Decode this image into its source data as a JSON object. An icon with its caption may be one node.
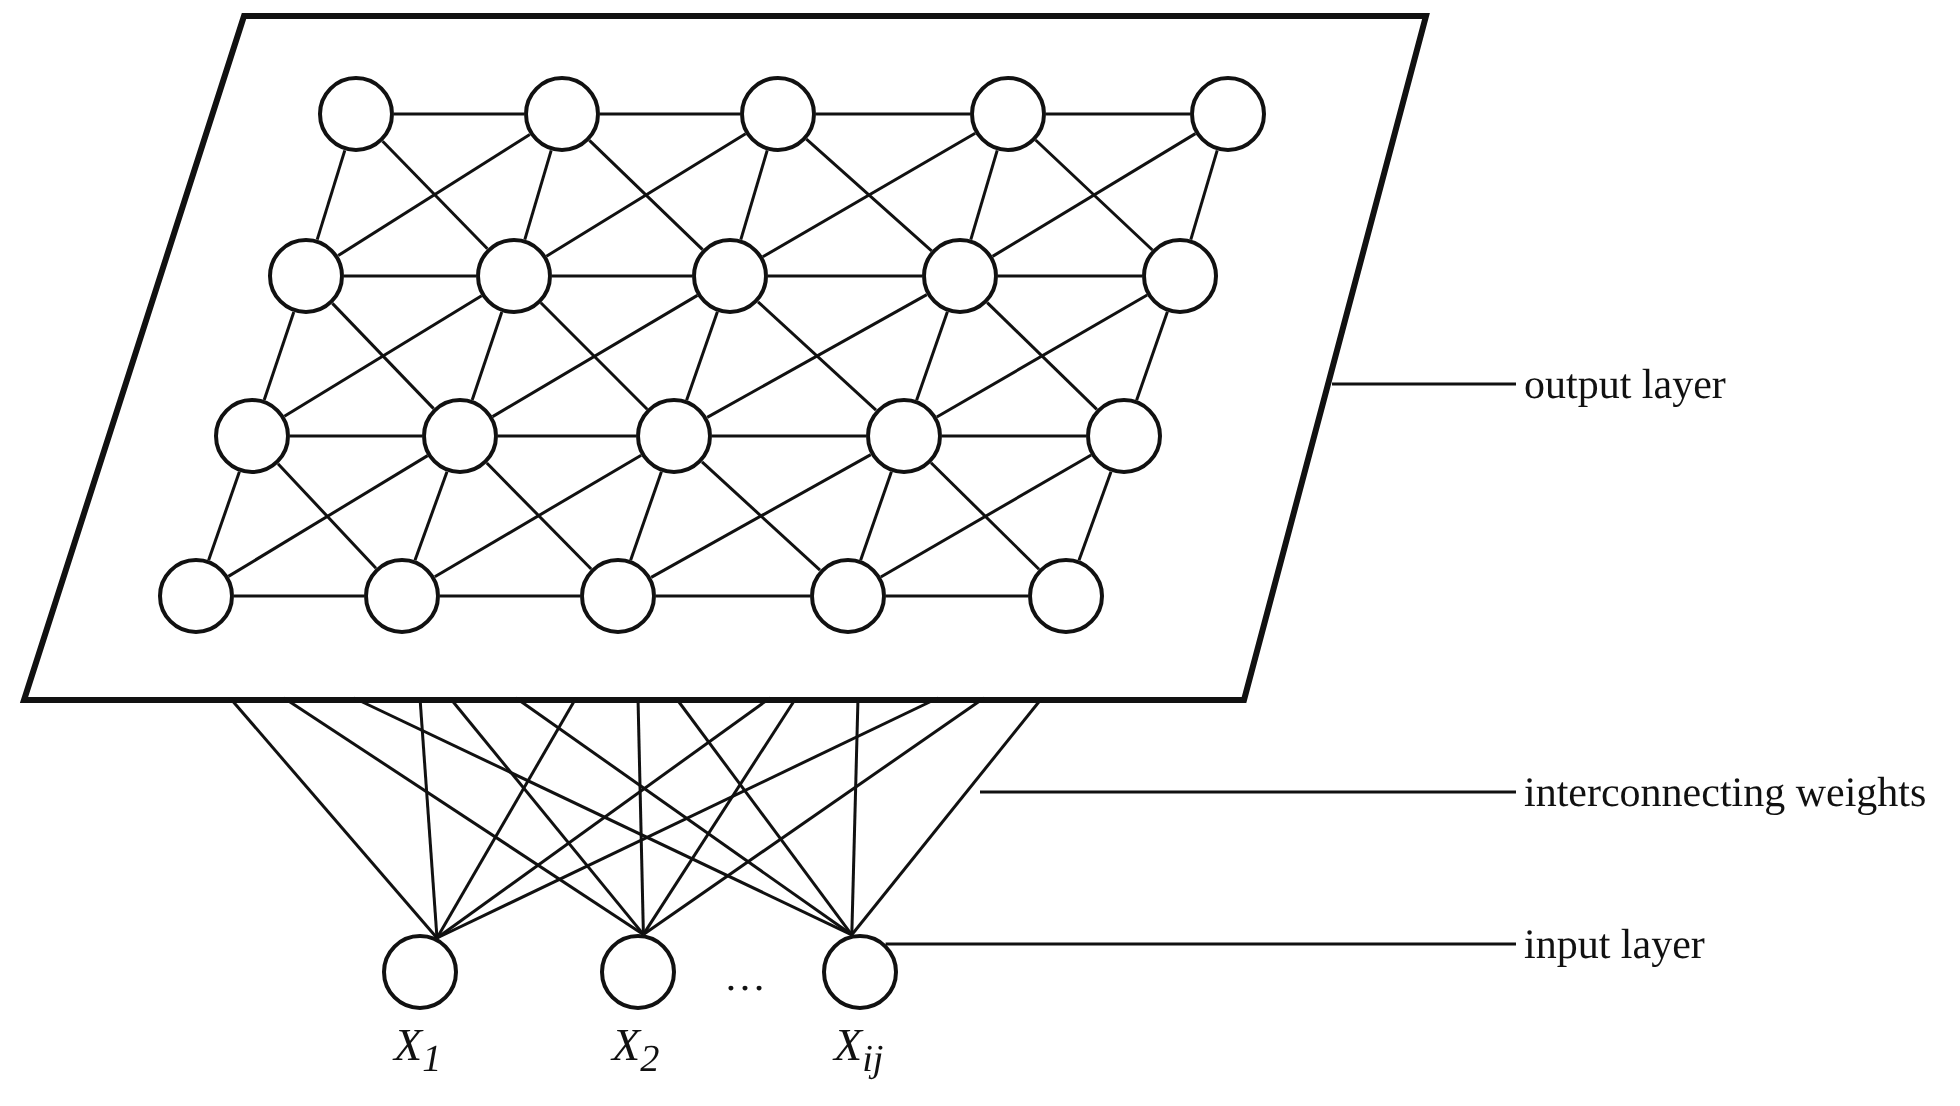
{
  "diagram": {
    "nodes": [
      {
        "text": [],
        "shape": "box"
      },
      {
        "text": [],
        "shape": "circle",
        "in": 0
      },
      {
        "text": [],
        "shape": "circle",
        "in": 0
      },
      {
        "text": [],
        "shape": "circle",
        "in": 0
      },
      {
        "text": [],
        "shape": "circle",
        "in": 0
      },
      {
        "text": [],
        "shape": "circle",
        "in": 0
      },
      {
        "text": [],
        "shape": "circle",
        "in": 0
      },
      {
        "text": [],
        "shape": "circle",
        "in": 0
      },
      {
        "text": [],
        "shape": "circle",
        "in": 0
      },
      {
        "text": [],
        "shape": "circle",
        "in": 0
      },
      {
        "text": [],
        "shape": "circle",
        "in": 0
      },
      {
        "text": [],
        "shape": "circle",
        "in": 0
      },
      {
        "text": [],
        "shape": "circle",
        "in": 0
      },
      {
        "text": [],
        "shape": "circle",
        "in": 0
      },
      {
        "text": [],
        "shape": "circle",
        "in": 0
      },
      {
        "text": [],
        "shape": "circle",
        "in": 0
      },
      {
        "text": [],
        "shape": "circle",
        "in": 0
      },
      {
        "text": [],
        "shape": "circle",
        "in": 0
      },
      {
        "text": [],
        "shape": "circle",
        "in": 0
      },
      {
        "text": [],
        "shape": "circle",
        "in": 0
      },
      {
        "text": [],
        "shape": "circle",
        "in": 0
      },
      {
        "text": [],
        "shape": "circle",
        "beside": [
          "X$_{1}$"
        ]
      },
      {
        "text": [],
        "shape": "circle",
        "beside": [
          "X$_{2}$"
        ]
      },
      {
        "text": [],
        "shape": "circle",
        "beside": [
          "X$_{ij}$"
        ]
      },
      {
        "text": [
          "output layer"
        ]
      },
      {
        "text": [
          "interconnecting weights"
        ]
      },
      {
        "text": [
          "input layer"
        ]
      }
    ],
    "edges": [
      {
        "from": 1,
        "to": 2,
        "arrow": "none"
      },
      {
        "from": 2,
        "to": 3,
        "arrow": "none"
      },
      {
        "from": 3,
        "to": 4,
        "arrow": "none"
      },
      {
        "from": 4,
        "to": 5,
        "arrow": "none"
      },
      {
        "from": 6,
        "to": 7,
        "arrow": "none"
      },
      {
        "from": 7,
        "to": 8,
        "arrow": "none"
      },
      {
        "from": 8,
        "to": 9,
        "arrow": "none"
      },
      {
        "from": 9,
        "to": 10,
        "arrow": "none"
      },
      {
        "from": 11,
        "to": 12,
        "arrow": "none"
      },
      {
        "from": 12,
        "to": 13,
        "arrow": "none"
      },
      {
        "from": 13,
        "to": 14,
        "arrow": "none"
      },
      {
        "from": 14,
        "to": 15,
        "arrow": "none"
      },
      {
        "from": 16,
        "to": 17,
        "arrow": "none"
      },
      {
        "from": 17,
        "to": 18,
        "arrow": "none"
      },
      {
        "from": 18,
        "to": 19,
        "arrow": "none"
      },
      {
        "from": 19,
        "to": 20,
        "arrow": "none"
      },
      {
        "from": 1,
        "to": 6,
        "arrow": "none"
      },
      {
        "from": 2,
        "to": 7,
        "arrow": "none"
      },
      {
        "from": 3,
        "to": 8,
        "arrow": "none"
      },
      {
        "from": 4,
        "to": 9,
        "arrow": "none"
      },
      {
        "from": 5,
        "to": 10,
        "arrow": "none"
      },
      {
        "from": 1,
        "to": 7,
        "arrow": "none"
      },
      {
        "from": 2,
        "to": 8,
        "arrow": "none"
      },
      {
        "from": 3,
        "to": 9,
        "arrow": "none"
      },
      {
        "from": 4,
        "to": 10,
        "arrow": "none"
      },
      {
        "from": 6,
        "to": 2,
        "arrow": "none"
      },
      {
        "from": 7,
        "to": 3,
        "arrow": "none"
      },
      {
        "from": 8,
        "to": 4,
        "arrow": "none"
      },
      {
        "from": 9,
        "to": 5,
        "arrow": "none"
      },
      {
        "from": 6,
        "to": 11,
        "arrow": "none"
      },
      {
        "from": 7,
        "to": 12,
        "arrow": "none"
      },
      {
        "from": 8,
        "to": 13,
        "arrow": "none"
      },
      {
        "from": 9,
        "to": 14,
        "arrow": "none"
      },
      {
        "from": 10,
        "to": 15,
        "arrow": "none"
      },
      {
        "from": 6,
        "to": 12,
        "arrow": "none"
      },
      {
        "from": 7,
        "to": 13,
        "arrow": "none"
      },
      {
        "from": 8,
        "to": 14,
        "arrow": "none"
      },
      {
        "from": 9,
        "to": 15,
        "arrow": "none"
      },
      {
        "from": 11,
        "to": 7,
        "arrow": "none"
      },
      {
        "from": 12,
        "to": 8,
        "arrow": "none"
      },
      {
        "from": 13,
        "to": 9,
        "arrow": "none"
      },
      {
        "from": 14,
        "to": 10,
        "arrow": "none"
      },
      {
        "from": 11,
        "to": 16,
        "arrow": "none"
      },
      {
        "from": 12,
        "to": 17,
        "arrow": "none"
      },
      {
        "from": 13,
        "to": 18,
        "arrow": "none"
      },
      {
        "from": 14,
        "to": 19,
        "arrow": "none"
      },
      {
        "from": 15,
        "to": 20,
        "arrow": "none"
      },
      {
        "from": 11,
        "to": 17,
        "arrow": "none"
      },
      {
        "from": 12,
        "to": 18,
        "arrow": "none"
      },
      {
        "from": 13,
        "to": 19,
        "arrow": "none"
      },
      {
        "from": 14,
        "to": 20,
        "arrow": "none"
      },
      {
        "from": 16,
        "to": 12,
        "arrow": "none"
      },
      {
        "from": 17,
        "to": 13,
        "arrow": "none"
      },
      {
        "from": 18,
        "to": 14,
        "arrow": "none"
      },
      {
        "from": 19,
        "to": 15,
        "arrow": "none"
      },
      {
        "from": 21,
        "to": 0,
        "arrow": "none"
      },
      {
        "from": 21,
        "to": 0,
        "arrow": "none"
      },
      {
        "from": 21,
        "to": 0,
        "arrow": "none"
      },
      {
        "from": 21,
        "to": 0,
        "arrow": "none"
      },
      {
        "from": 21,
        "to": 0,
        "arrow": "none"
      },
      {
        "from": 22,
        "to": 0,
        "arrow": "none"
      },
      {
        "from": 22,
        "to": 0,
        "arrow": "none"
      },
      {
        "from": 22,
        "to": 0,
        "arrow": "none"
      },
      {
        "from": 22,
        "to": 0,
        "arrow": "none"
      },
      {
        "from": 22,
        "to": 0,
        "arrow": "none"
      },
      {
        "from": 23,
        "to": 0,
        "arrow": "none"
      },
      {
        "from": 23,
        "to": 0,
        "arrow": "none"
      },
      {
        "from": 23,
        "to": 0,
        "arrow": "none"
      },
      {
        "from": 23,
        "to": 0,
        "arrow": "none"
      },
      {
        "from": 23,
        "to": 0,
        "arrow": "none"
      },
      {
        "from": 24,
        "to": 0,
        "arrow": "none"
      },
      {
        "from": 25,
        "to": null,
        "arrow": "none"
      },
      {
        "from": 26,
        "to": 23,
        "arrow": "none"
      }
    ],
    "labels": [
      "…"
    ]
  }
}
